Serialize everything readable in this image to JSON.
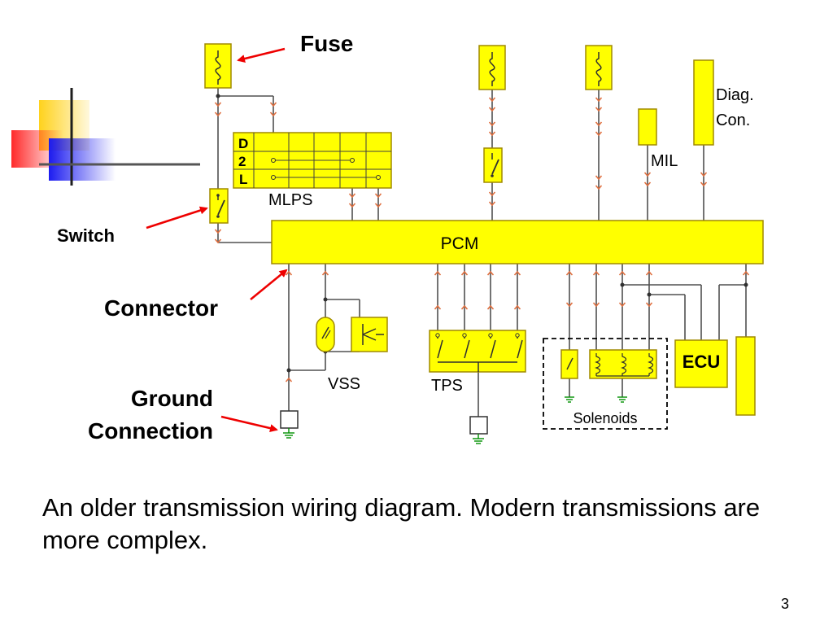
{
  "callouts": {
    "fuse": "Fuse",
    "switch": "Switch",
    "connector": "Connector",
    "ground_line1": "Ground",
    "ground_line2": "Connection"
  },
  "labels": {
    "pcm": "PCM",
    "mlps": "MLPS",
    "mlps_positions": [
      "D",
      "2",
      "L"
    ],
    "diag_line1": "Diag.",
    "diag_line2": "Con.",
    "mil": "MIL",
    "vss": "VSS",
    "tps": "TPS",
    "solenoids": "Solenoids",
    "ecu": "ECU"
  },
  "caption": "An older transmission wiring diagram. Modern transmissions are more complex.",
  "slide_number": "3",
  "colors": {
    "component_fill": "#ffff00",
    "component_stroke": "#a08a00",
    "wire": "#505050",
    "connector_arrow": "#e07040",
    "callout_arrow": "#ee0000",
    "ground": "#009000",
    "deco_yellow": "#ffd21c",
    "deco_red": "#ff4040",
    "deco_blue": "#1c1cf0"
  }
}
